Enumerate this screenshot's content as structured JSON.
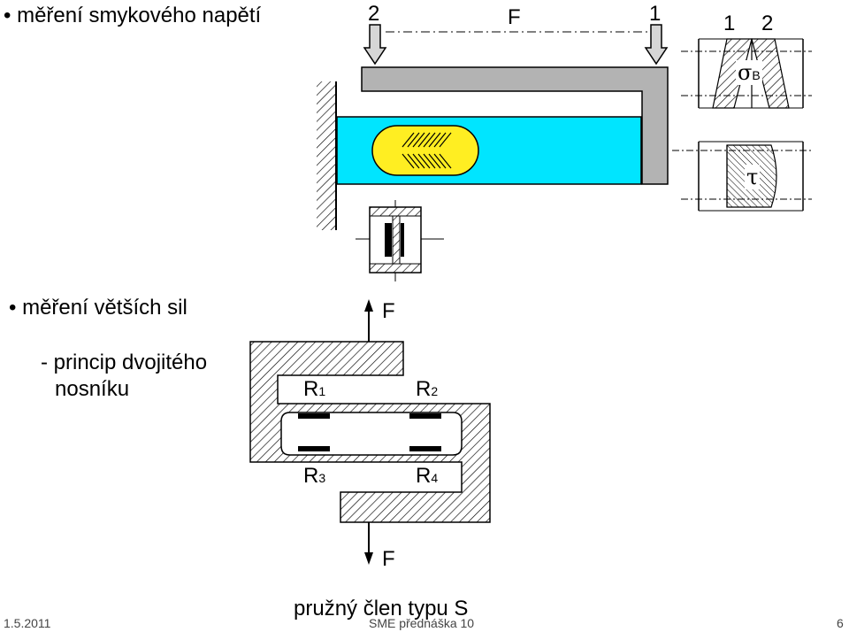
{
  "bullets": {
    "shear": "měření smykového napětí",
    "bigger": "měření větších sil"
  },
  "subtext": {
    "line1": "- princip dvojitého",
    "line2": "nosníku"
  },
  "beam_diagram": {
    "label_left": "2",
    "label_force": "F",
    "label_right": "1"
  },
  "stress_diagram": {
    "label_1": "1",
    "label_2": "2",
    "sigma_symbol": "σ",
    "sigma_sub": "B",
    "tau_symbol": "τ"
  },
  "s_member": {
    "force_top": "F",
    "force_bottom": "F",
    "r1": "R",
    "r1_sub": "1",
    "r2": "R",
    "r2_sub": "2",
    "r3": "R",
    "r3_sub": "3",
    "r4": "R",
    "r4_sub": "4",
    "caption": "pružný člen typu S"
  },
  "footer": {
    "date": "1.5.2011",
    "center": "SME přednáška 10",
    "page": "6"
  },
  "colors": {
    "cyan": "#00e5ff",
    "yellow": "#ffee22",
    "gray": "#b3b3b3"
  }
}
